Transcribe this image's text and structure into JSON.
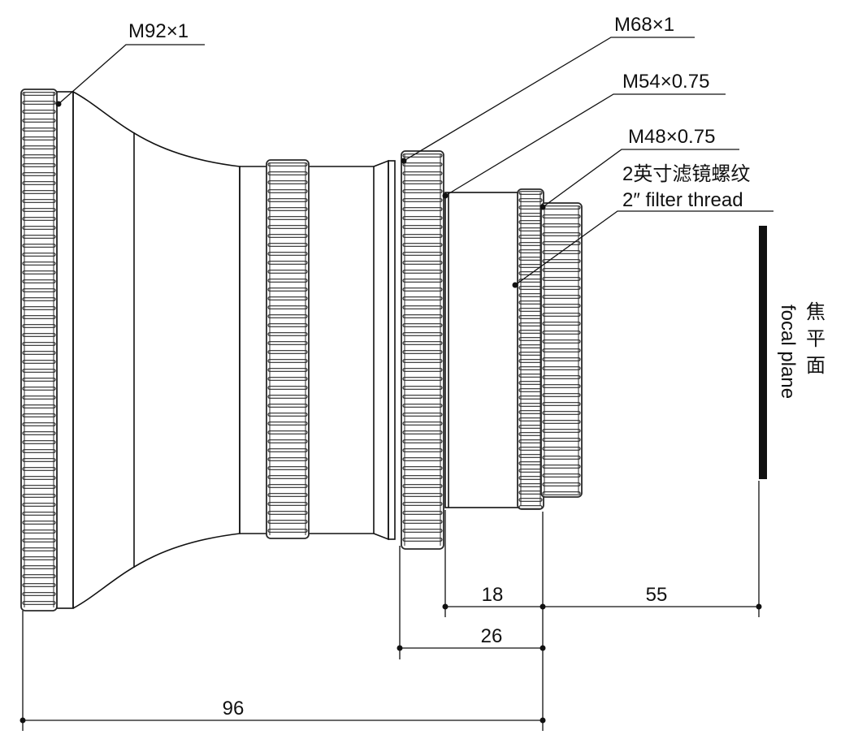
{
  "callouts": {
    "m92": "M92×1",
    "m68": "M68×1",
    "m54": "M54×0.75",
    "m48": "M48×0.75",
    "filter_cn": "2英寸滤镜螺纹",
    "filter_en": "2″ filter thread"
  },
  "focal_plane": {
    "cn_chars": [
      "焦",
      "平",
      "面"
    ],
    "en": "focal plane"
  },
  "dimensions": {
    "d18": "18",
    "d55": "55",
    "d26": "26",
    "d96": "96"
  },
  "colors": {
    "line": "#111111",
    "knurl": "#2a2a2a",
    "background": "#ffffff"
  }
}
